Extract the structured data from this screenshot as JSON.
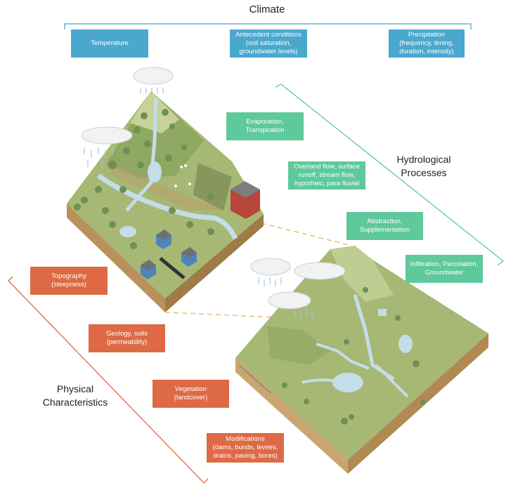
{
  "climate": {
    "title": "Climate",
    "boxes": [
      "Temperature",
      "Antecedent conditions\n(soil saturation,\ngroundwater levels)",
      "Precipitation\n(frequency, timing,\nduration, intensity)"
    ]
  },
  "hydrological": {
    "title": "Hydrological\nProcesses",
    "boxes": [
      "Evaporation,\nTranspiration",
      "Overland flow, surface\nrunoff, stream flow,\nhyporheic, para fluvial",
      "Abstraction,\nSupplementation",
      "Infiltration, Percolation,\nGroundwater"
    ]
  },
  "physical": {
    "title": "Physical\nCharacteristics",
    "boxes": [
      "Topography\n(steepness)",
      "Geology, soils\n(permeability)",
      "Vegetation\n(landcover)",
      "Modifications\n(dams, bunds, levees,\ndrains, paving, bores)"
    ]
  },
  "colors": {
    "climate": "#4aa8cf",
    "hydrological": "#5ec99b",
    "physical": "#dd6a44",
    "land": "#9fb56c",
    "soil": "#c9a56f",
    "water": "#c4dde8"
  }
}
